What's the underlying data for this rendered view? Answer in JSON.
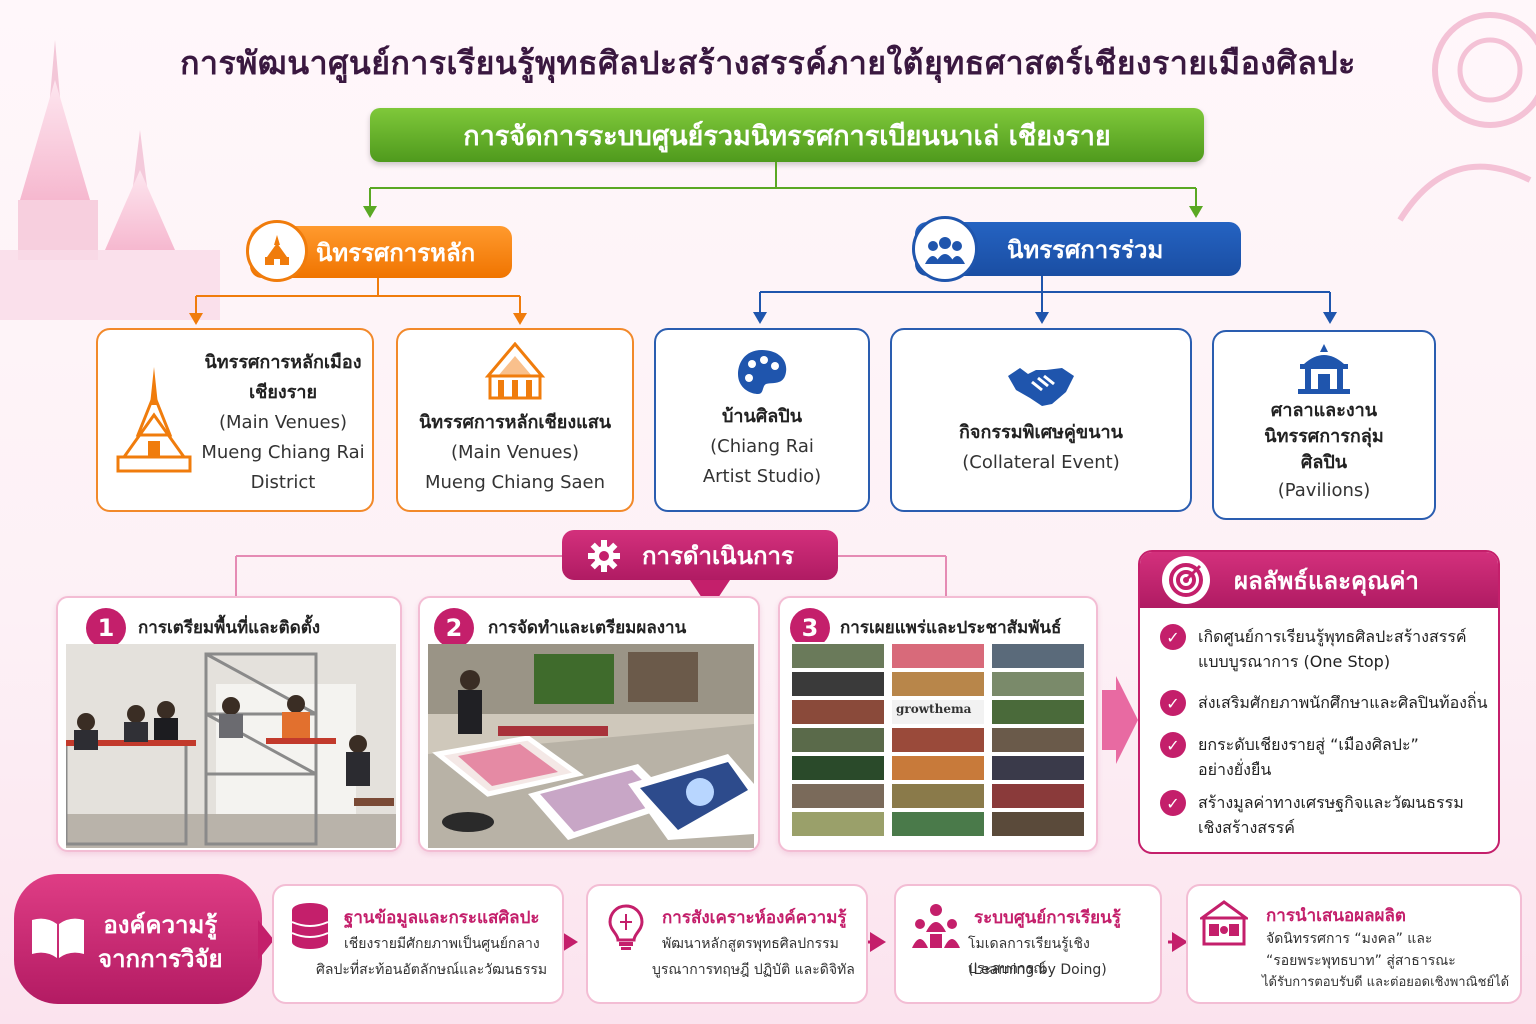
{
  "title": "การพัฒนาศูนย์การเรียนรู้พุทธศิลปะสร้างสรรค์ภายใต้ยุทธศาสตร์เชียงรายเมืองศิลปะ",
  "banner": "การจัดการระบบศูนย์รวมนิทรรศการเบียนนาเล่ เชียงราย",
  "main_exhibition": {
    "label": "นิทรรศการหลัก",
    "icon": "temple-icon",
    "venues": [
      {
        "title_line1": "นิทรรศการหลักเมือง",
        "title_line2": "เชียงราย",
        "sub1": "(Main Venues)",
        "sub2": "Mueng Chiang Rai",
        "sub3": "District",
        "icon": "pagoda-icon"
      },
      {
        "title": "นิทรรศการหลักเชียงแสน",
        "sub1": "(Main Venues)",
        "sub2": "Mueng Chiang Saen",
        "icon": "temple-hall-icon"
      }
    ]
  },
  "collateral_exhibition": {
    "label": "นิทรรศการร่วม",
    "icon": "people-group-icon",
    "items": [
      {
        "title": "บ้านศิลปิน",
        "sub1": "(Chiang Rai",
        "sub2": "Artist Studio)",
        "icon": "palette-icon"
      },
      {
        "title": "กิจกรรมพิเศษคู่ขนาน",
        "sub1": "(Collateral Event)",
        "icon": "handshake-icon"
      },
      {
        "title_line1": "ศาลาและงาน",
        "title_line2": "นิทรรศการกลุ่ม",
        "title_line3": "ศิลปิน",
        "sub1": "(Pavilions)",
        "icon": "pavilion-icon"
      }
    ]
  },
  "operations": {
    "label": "การดำเนินการ",
    "icon": "gear-icon",
    "steps": [
      {
        "num": "1",
        "label": "การเตรียมพื้นที่และติดตั้ง"
      },
      {
        "num": "2",
        "label": "การจัดทำและเตรียมผลงาน"
      },
      {
        "num": "3",
        "label": "การเผยแพร่และประชาสัมพันธ์",
        "thumb_text": "growthema"
      }
    ]
  },
  "results": {
    "label": "ผลลัพธ์และคุณค่า",
    "icon": "target-icon",
    "items": [
      {
        "line1": "เกิดศูนย์การเรียนรู้พุทธศิลปะสร้างสรรค์",
        "line2": "แบบบูรณาการ (One Stop)"
      },
      {
        "line1": "ส่งเสริมศักยภาพนักศึกษาและศิลปินท้องถิ่น",
        "line2": ""
      },
      {
        "line1": "ยกระดับเชียงรายสู่ “เมืองศิลปะ”",
        "line2": "อย่างยั่งยืน"
      },
      {
        "line1": "สร้างมูลค่าทางเศรษฐกิจและวัฒนธรรม",
        "line2": "เชิงสร้างสรรค์"
      }
    ]
  },
  "knowledge": {
    "label_line1": "องค์ความรู้",
    "label_line2": "จากการวิจัย",
    "icon": "book-icon",
    "cards": [
      {
        "title": "ฐานข้อมูลและกระแสศิลปะ",
        "line1": "เชียงรายมีศักยภาพเป็นศูนย์กลาง",
        "line2": "ศิลปะที่สะท้อนอัตลักษณ์และวัฒนธรรม",
        "icon": "database-icon"
      },
      {
        "title": "การสังเคราะห์องค์ความรู้",
        "line1": "พัฒนาหลักสูตรพุทธศิลปกรรม",
        "line2": "บูรณาการทฤษฎี ปฏิบัติ และดิจิทัล",
        "icon": "lightbulb-icon"
      },
      {
        "title": "ระบบศูนย์การเรียนรู้",
        "line1": "โมเดลการเรียนรู้เชิงประสบการณ์",
        "line2": "(Learning by Doing)",
        "icon": "learners-icon"
      },
      {
        "title": "การนำเสนอผลผลิต",
        "line1": "จัดนิทรรศการ “มงคล” และ",
        "line2": "“รอยพระพุทธบาท” สู่สาธารณะ",
        "line3": "ได้รับการตอบรับดี และต่อยอดเชิงพาณิชย์ได้",
        "icon": "gallery-icon"
      }
    ]
  },
  "colors": {
    "green": "#5aa823",
    "orange": "#f07c0c",
    "blue": "#1f55ad",
    "magenta": "#c41f6b"
  }
}
